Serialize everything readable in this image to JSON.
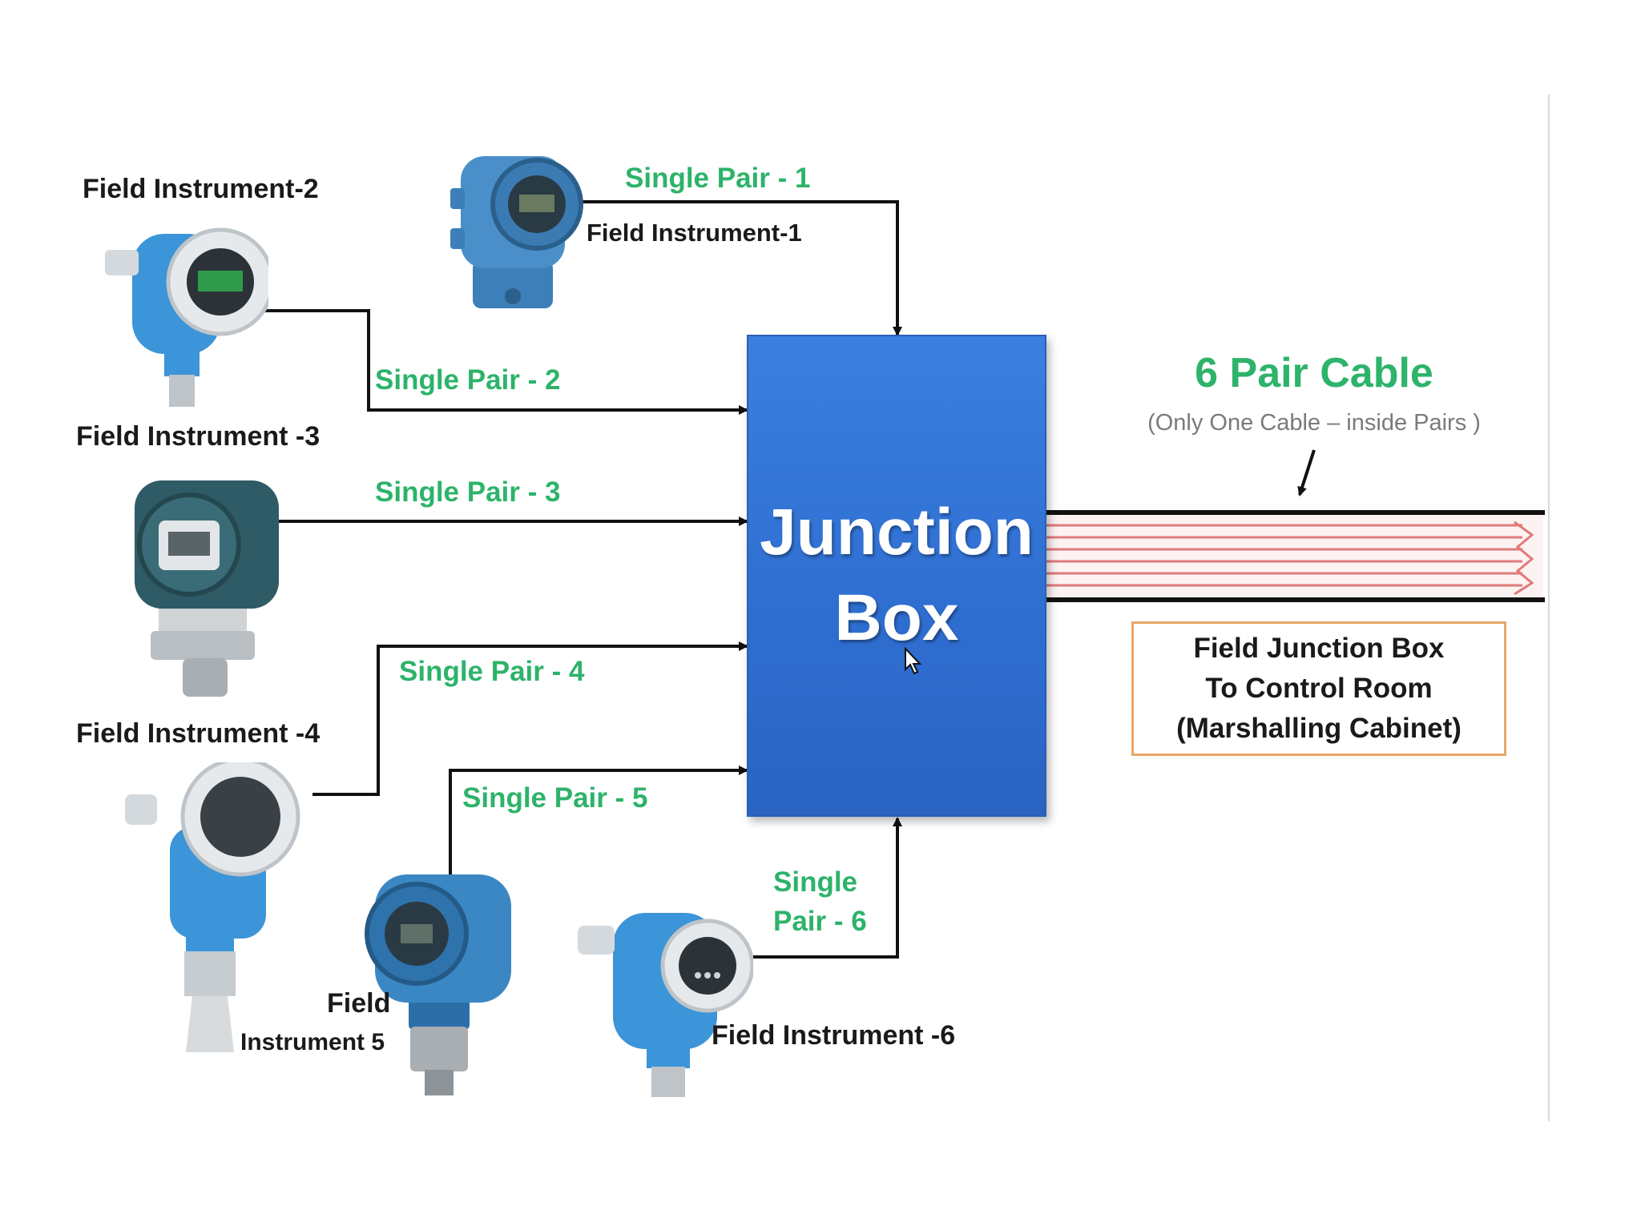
{
  "junction_box": {
    "line1": "Junction",
    "line2": "Box"
  },
  "instruments": {
    "fi1": "Field Instrument-1",
    "fi2": "Field Instrument-2",
    "fi3": "Field Instrument -3",
    "fi4": "Field Instrument -4",
    "fi5_line1": "Field",
    "fi5_line2": "Instrument 5",
    "fi6": "Field Instrument -6"
  },
  "pairs": {
    "p1": "Single Pair - 1",
    "p2": "Single Pair - 2",
    "p3": "Single Pair - 3",
    "p4": "Single Pair - 4",
    "p5": "Single Pair - 5",
    "p6_line1": "Single",
    "p6_line2": "Pair - 6"
  },
  "cable": {
    "title": "6 Pair Cable",
    "subtitle": "(Only One Cable – inside Pairs )"
  },
  "destination": {
    "line1": "Field Junction Box",
    "line2": "To Control Room",
    "line3": "(Marshalling Cabinet)"
  },
  "colors": {
    "junction_box": "#2f6fd2",
    "pair_label": "#2db36a",
    "cable_pairs": "#e07a7a",
    "destination_border": "#e8a766"
  }
}
